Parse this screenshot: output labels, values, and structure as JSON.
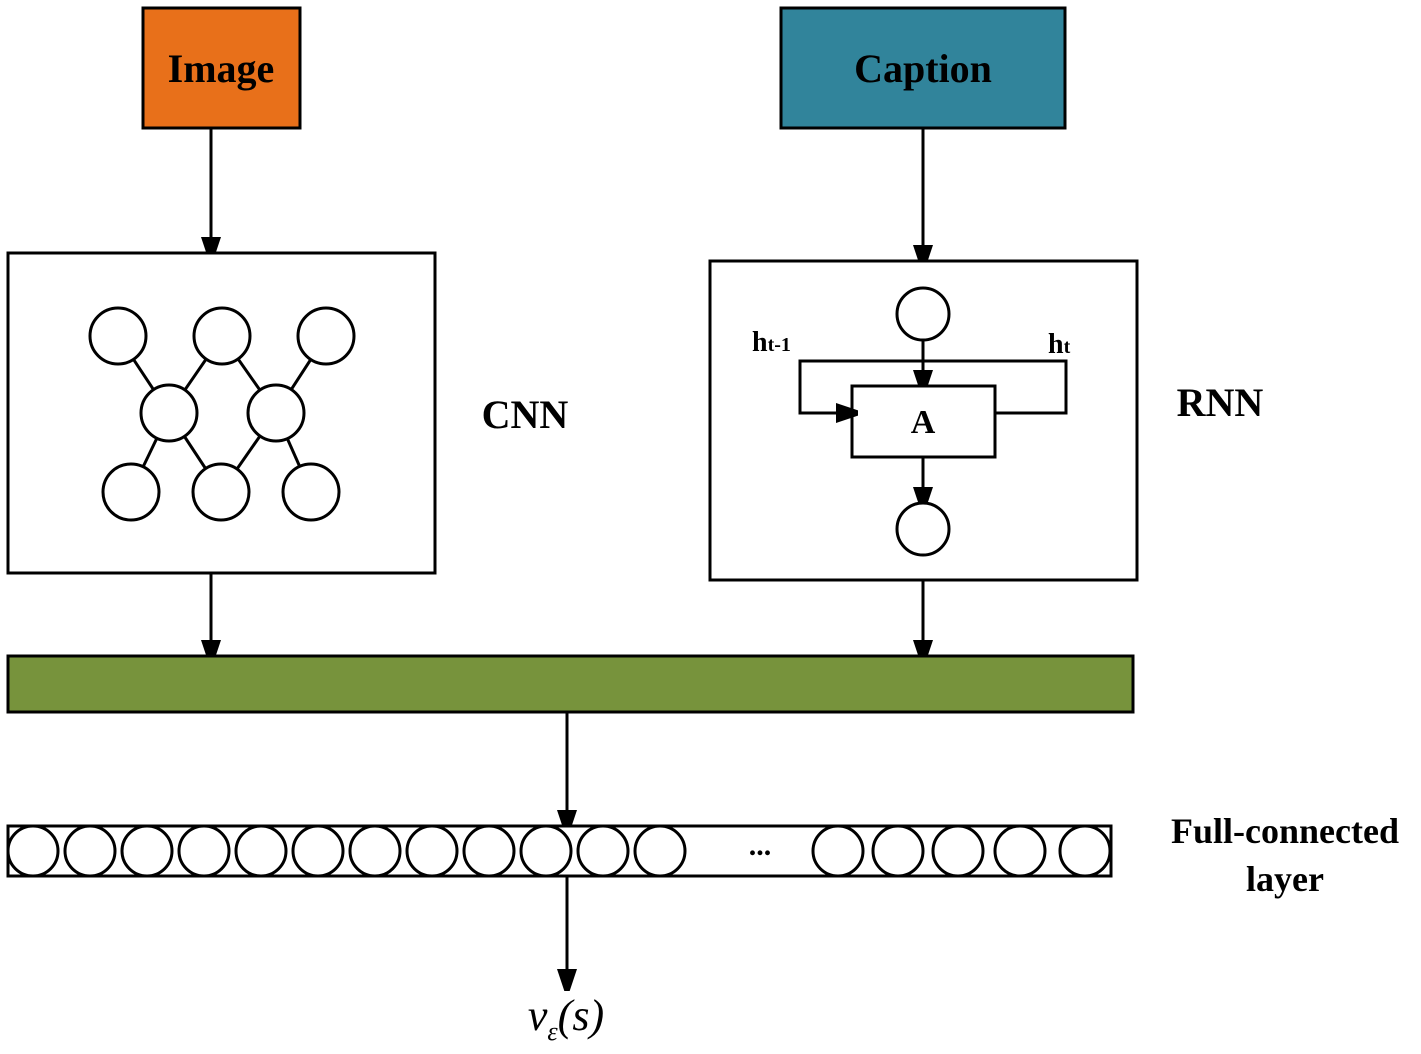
{
  "nodes": {
    "image": {
      "label": "Image",
      "color": "#E8701A"
    },
    "caption": {
      "label": "Caption",
      "color": "#31849B"
    },
    "cnn": {
      "label": "CNN"
    },
    "rnn": {
      "label": "RNN",
      "cell_label": "A",
      "h_prev": "h",
      "h_prev_sub": "t-1",
      "h_curr": "h",
      "h_curr_sub": "t"
    },
    "concat_bar": {
      "color": "#77933C"
    },
    "fc_layer": {
      "label_line1": "Full-connected",
      "label_line2": "layer",
      "ellipsis": "..."
    },
    "output": {
      "var": "v",
      "sub": "ε",
      "arg": "(s)"
    }
  }
}
